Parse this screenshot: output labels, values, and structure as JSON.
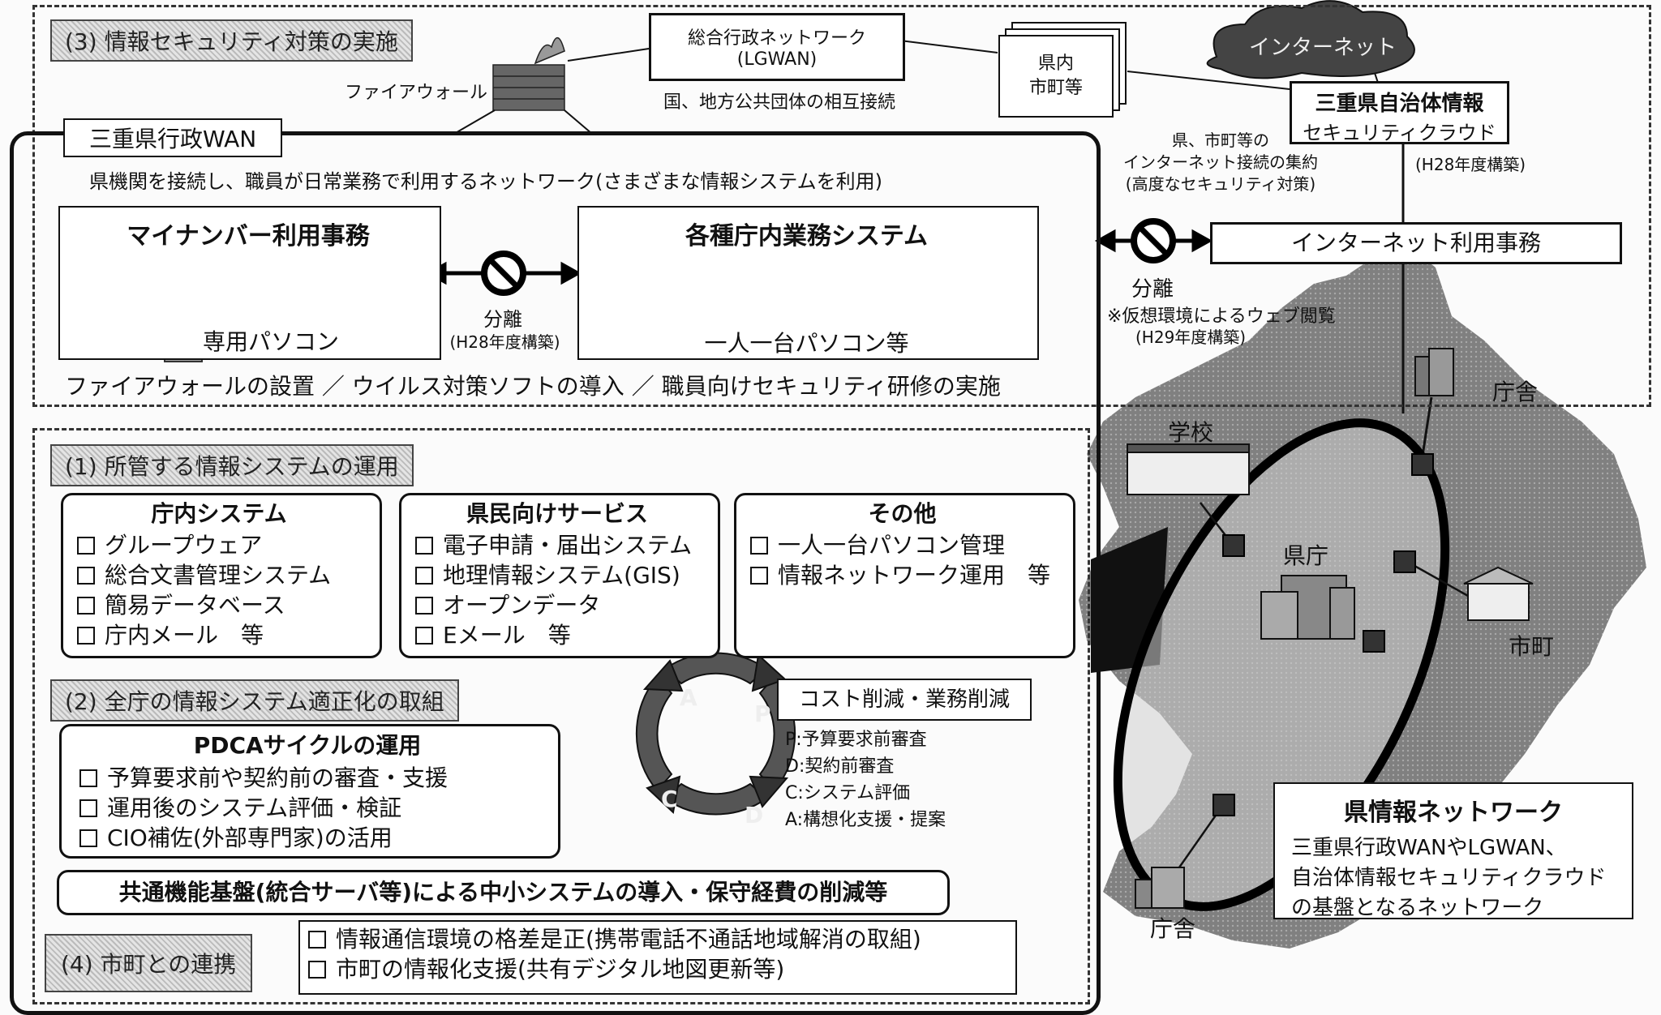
{
  "s3": {
    "heading": "(3) 情報セキュリティ対策の実施",
    "firewall_label": "ファイアウォール",
    "lgwan_line1": "総合行政ネットワーク",
    "lgwan_line2": "(LGWAN)",
    "lgwan_caption": "国、地方公共団体の相互接続",
    "pref_muni_line1": "県内",
    "pref_muni_line2": "市町等",
    "internet": "インターネット",
    "cloud_line1": "三重県自治体情報",
    "cloud_line2": "セキュリティクラウド",
    "cloud_year": "(H28年度構築)",
    "aggregate_line1": "県、市町等の",
    "aggregate_line2": "インターネット接続の集約",
    "aggregate_line3": "(高度なセキュリティ対策)",
    "wan_title": "三重県行政WAN",
    "wan_desc": "県機関を接続し、職員が日常業務で利用するネットワーク(さまざまな情報システムを利用)",
    "mynumber_title": "マイナンバー利用事務",
    "dedicated_pc": "専用パソコン",
    "sep1_label": "分離",
    "sep1_year": "(H28年度構築)",
    "internal_title": "各種庁内業務システム",
    "one_pc": "一人一台パソコン等",
    "internet_work": "インターネット利用事務",
    "sep2_label": "分離",
    "sep2_note": "※仮想環境によるウェブ閲覧",
    "sep2_year": "(H29年度構築)",
    "measures": "ファイアウォールの設置 ／ ウイルス対策ソフトの導入 ／ 職員向けセキュリティ研修の実施"
  },
  "s1": {
    "heading": "(1) 所管する情報システムの運用",
    "columns": [
      {
        "title": "庁内システム",
        "items": [
          "グループウェア",
          "総合文書管理システム",
          "簡易データベース",
          "庁内メール　等"
        ]
      },
      {
        "title": "県民向けサービス",
        "items": [
          "電子申請・届出システム",
          "地理情報システム(GIS)",
          "オープンデータ",
          "Eメール　等"
        ]
      },
      {
        "title": "その他",
        "items": [
          "一人一台パソコン管理",
          "情報ネットワーク運用　等"
        ]
      }
    ]
  },
  "s2": {
    "heading": "(2) 全庁の情報システム適正化の取組",
    "pdca_title": "PDCAサイクルの運用",
    "pdca_items": [
      "予算要求前や契約前の審査・支援",
      "運用後のシステム評価・検証",
      "CIO補佐(外部専門家)の活用"
    ],
    "cycle_letters": [
      "A",
      "P",
      "D",
      "C"
    ],
    "cost_box": "コスト削減・業務削減",
    "legend": [
      "P:予算要求前審査",
      "D:契約前審査",
      "C:システム評価",
      "A:構想化支援・提案"
    ],
    "common_platform": "共通機能基盤(統合サーバ等)による中小システムの導入・保守経費の削減等"
  },
  "s4": {
    "heading": "(4) 市町との連携",
    "items": [
      "情報通信環境の格差是正(携帯電話不通話地域解消の取組)",
      "市町の情報化支援(共有デジタル地図更新等)"
    ]
  },
  "map": {
    "office_top": "庁舎",
    "school": "学校",
    "prefecture": "県庁",
    "municipality": "市町",
    "office_bottom": "庁舎",
    "net_title": "県情報ネットワーク",
    "net_line1": "三重県行政WANやLGWAN、",
    "net_line2": "自治体情報セキュリティクラウド",
    "net_line3": "の基盤となるネットワーク"
  }
}
